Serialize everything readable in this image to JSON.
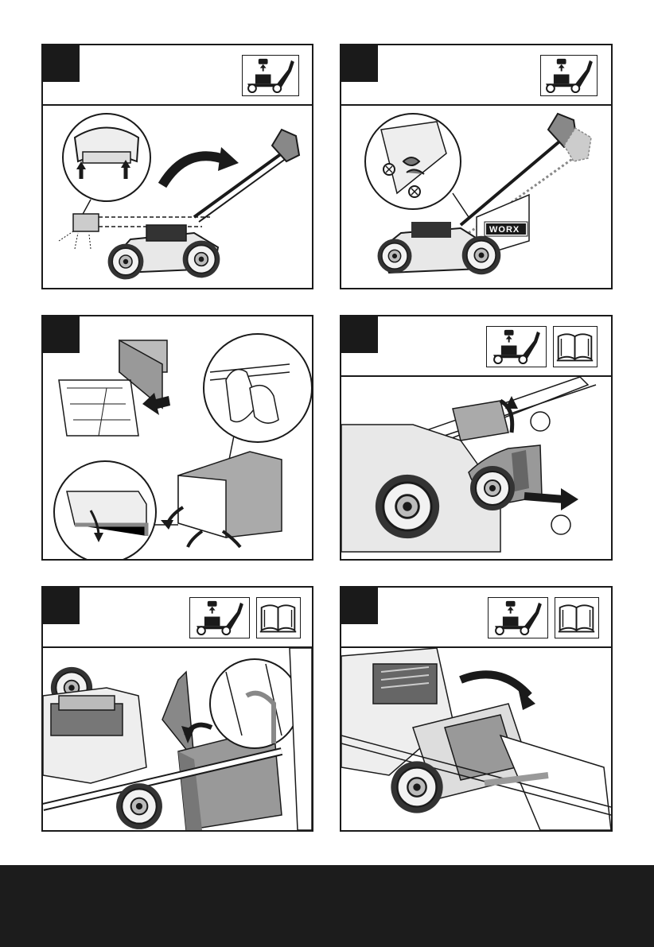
{
  "panels": [
    {
      "id": "step-1",
      "icons": [
        "battery-removed-icon"
      ]
    },
    {
      "id": "step-2",
      "icons": [
        "battery-removed-icon"
      ],
      "brand": "WORX"
    },
    {
      "id": "step-3",
      "icons": []
    },
    {
      "id": "step-4",
      "icons": [
        "battery-removed-icon",
        "manual-book-icon"
      ]
    },
    {
      "id": "step-5",
      "icons": [
        "battery-removed-icon",
        "manual-book-icon"
      ]
    },
    {
      "id": "step-6",
      "icons": [
        "battery-removed-icon",
        "manual-book-icon"
      ]
    }
  ],
  "colors": {
    "ink": "#1a1a1a",
    "grey": "#888888",
    "light": "#d9d9d9",
    "footer": "#1c1c1c"
  }
}
